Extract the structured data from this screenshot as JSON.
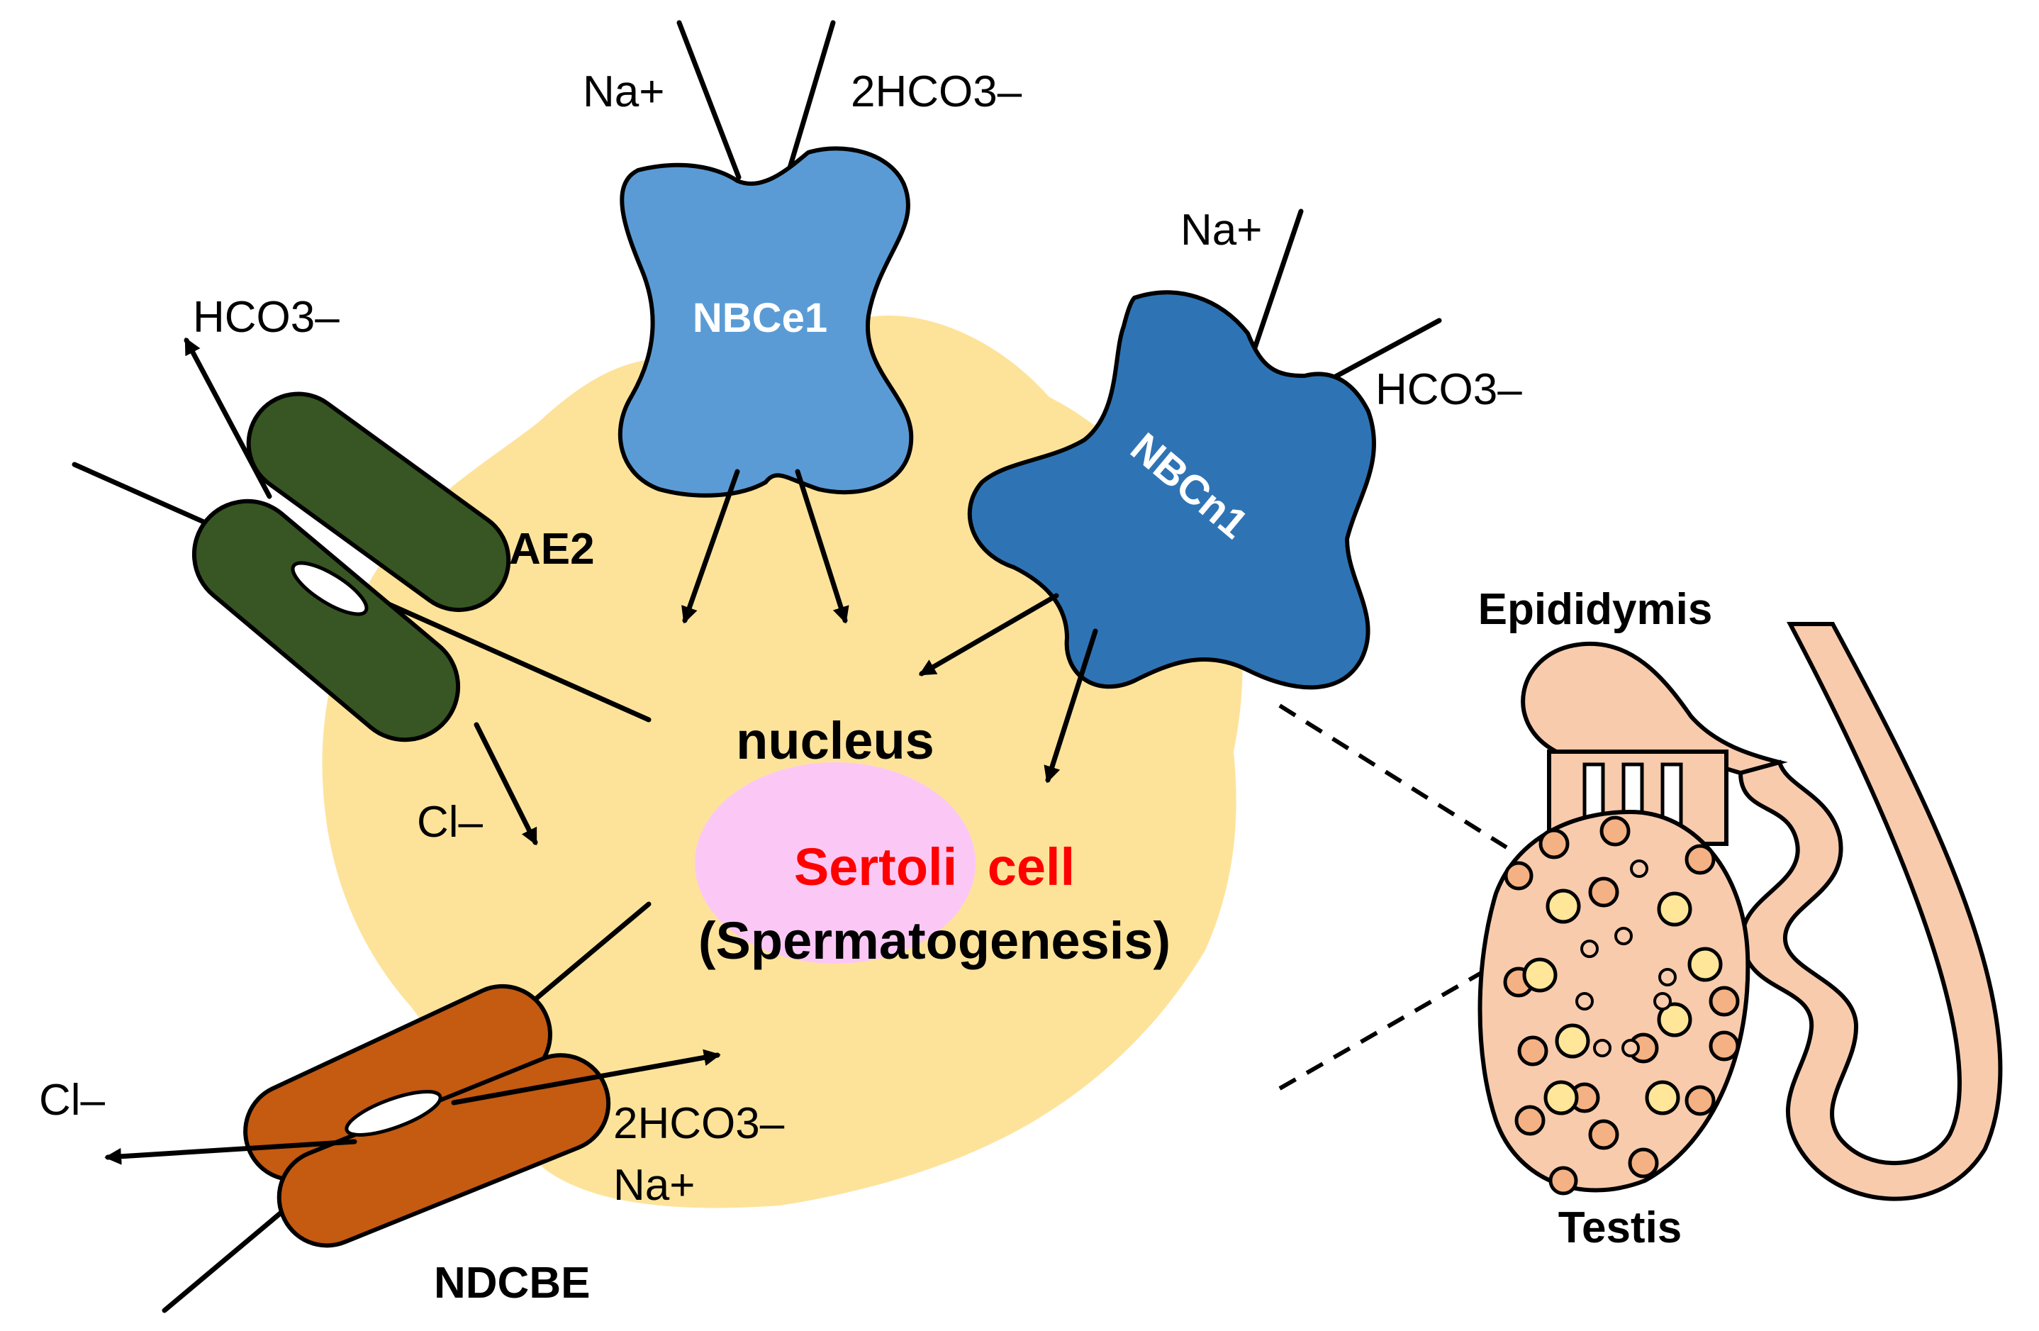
{
  "colors": {
    "cell": "#fde39a",
    "nucleus": "#fbc8f6",
    "nbce1": "#5b9bd5",
    "nbcn1": "#2e74b5",
    "ae2": "#375623",
    "ndcbe": "#c55a11",
    "testis": "#f8cbad",
    "highlight": "#ff0000",
    "transporter_text": "#ffffff"
  },
  "transporters": {
    "nbce1": {
      "label": "NBCe1",
      "ion_in_1": "Na+",
      "ion_in_2": "2HCO3–"
    },
    "nbcn1": {
      "label": "NBCn1",
      "ion_in_1": "Na+",
      "ion_in_2": "HCO3–"
    },
    "ae2": {
      "label": "AE2",
      "ion_out": "HCO3–",
      "ion_in": "Cl–"
    },
    "ndcbe": {
      "label": "NDCBE",
      "ion_out": "Cl–",
      "ion_in_1": "2HCO3–",
      "ion_in_2": "Na+"
    }
  },
  "cell": {
    "nucleus_label": "nucleus",
    "name_part1": "Sertoli",
    "name_part2": "cell",
    "function": "(Spermatogenesis)"
  },
  "organ": {
    "epididymis_label": "Epididymis",
    "testis_label": "Testis"
  }
}
